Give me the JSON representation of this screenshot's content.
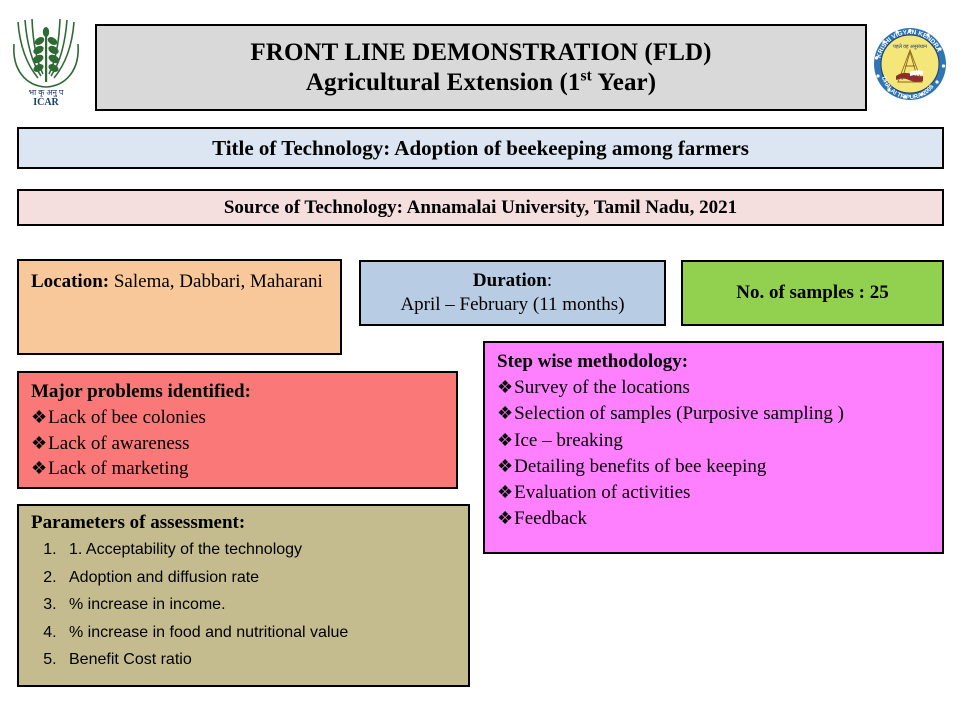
{
  "header": {
    "left_logo": "icar-logo",
    "left_logo_text_hindi": "भा कृ अनु प",
    "left_logo_text": "ICAR",
    "right_logo": "kvk-logo",
    "right_logo_ring_text": "KRISHI VIGYAN KENDRA",
    "right_logo_ring_text_lower": "DHALAI  TRIPURA  2008",
    "title_line1": "FRONT LINE DEMONSTRATION (FLD)",
    "title_line2_prefix": "Agricultural Extension (1",
    "title_line2_sup": "st",
    "title_line2_suffix": " Year)",
    "background": "#d9d9d9"
  },
  "title_technology": {
    "text": "Title of Technology: Adoption of beekeeping among farmers",
    "background": "#dce6f2"
  },
  "source_technology": {
    "text": "Source of Technology: Annamalai University, Tamil Nadu, 2021",
    "background": "#f4dede"
  },
  "location": {
    "label": "Location:",
    "value": " Salema, Dabbari, Maharani",
    "background": "#f8c89a"
  },
  "duration": {
    "label": "Duration",
    "colon": ":",
    "value": "April – February (11 months)",
    "background": "#b8cce4"
  },
  "samples": {
    "text": "No. of samples  : 25",
    "background": "#92d050"
  },
  "problems": {
    "heading": "Major problems identified:",
    "bullet_glyph": "❖",
    "items": [
      "Lack of bee colonies",
      "Lack of awareness",
      "Lack of marketing"
    ],
    "background": "#fa7878"
  },
  "methodology": {
    "heading": "Step wise methodology:",
    "bullet_glyph": "❖",
    "items": [
      "Survey of the locations",
      "Selection of samples (Purposive  sampling )",
      "Ice – breaking",
      "Detailing benefits of bee keeping",
      "Evaluation of activities",
      "Feedback"
    ],
    "background": "#ff80ff"
  },
  "parameters": {
    "heading": "Parameters of assessment:",
    "items": [
      "1. Acceptability of the technology",
      "Adoption and diffusion rate",
      "% increase in income.",
      "% increase in food and nutritional value",
      "Benefit Cost ratio"
    ],
    "background": "#c4bc8e"
  }
}
